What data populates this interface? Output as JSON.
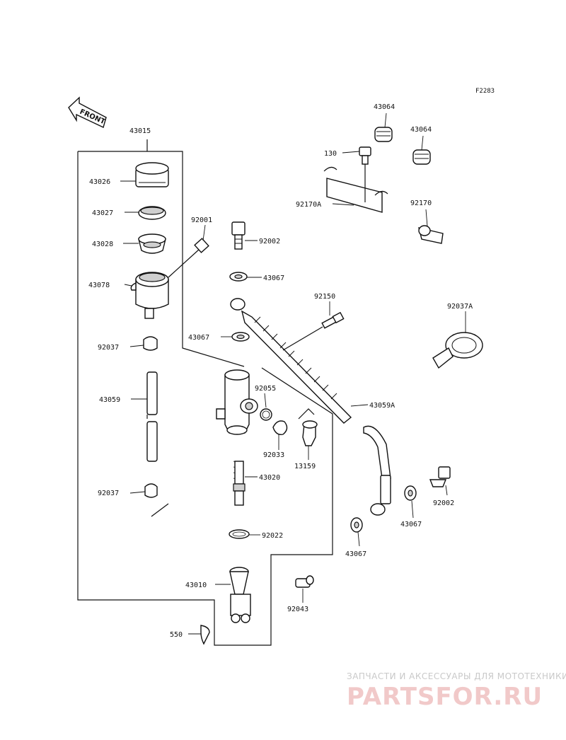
{
  "figure_code": "F2283",
  "front_label": "FRONT",
  "watermark": {
    "line1": "ЗАПЧАСТИ И АКСЕССУАРЫ ДЛЯ МОТОТЕХНИКИ",
    "logo": "PARTSFOR.RU"
  },
  "part_labels": {
    "p43015": "43015",
    "p43026": "43026",
    "p43027": "43027",
    "p43028": "43028",
    "p43078": "43078",
    "p92037_top": "92037",
    "p43059": "43059",
    "p92037_bot": "92037",
    "p92001": "92001",
    "p92002_top": "92002",
    "p43067_a": "43067",
    "p43067_b": "43067",
    "p92150": "92150",
    "p92055": "92055",
    "p92033": "92033",
    "p13159": "13159",
    "p43059A": "43059A",
    "p43020": "43020",
    "p92022": "92022",
    "p43010": "43010",
    "p92043": "92043",
    "p550": "550",
    "p43064_a": "43064",
    "p43064_b": "43064",
    "p130": "130",
    "p92170A": "92170A",
    "p92170": "92170",
    "p92037A": "92037A",
    "p92002_bot": "92002",
    "p43067_c": "43067",
    "p43067_d": "43067"
  }
}
